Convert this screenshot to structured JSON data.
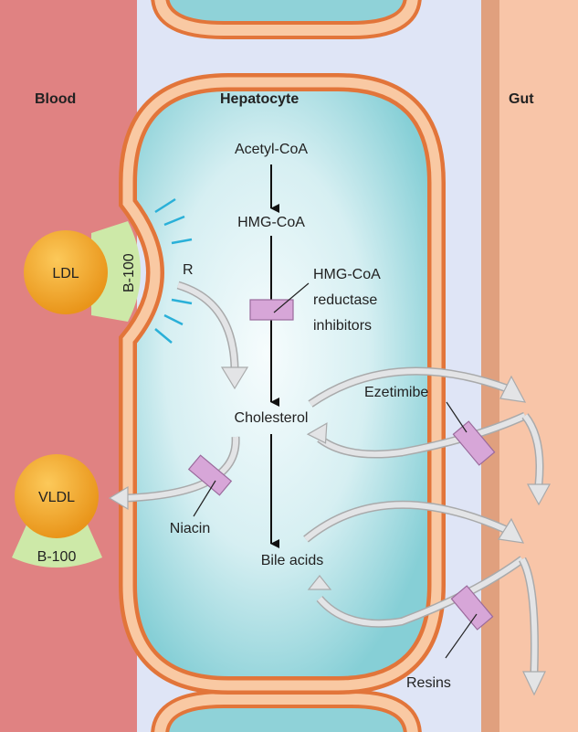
{
  "regions": {
    "blood": "Blood",
    "hepatocyte": "Hepatocyte",
    "gut": "Gut"
  },
  "pathway": {
    "acetyl_coa": "Acetyl-CoA",
    "hmg_coa": "HMG-CoA",
    "cholesterol": "Cholesterol",
    "bile_acids": "Bile acids"
  },
  "drugs": {
    "statin_line1": "HMG-CoA",
    "statin_line2": "reductase",
    "statin_line3": "inhibitors",
    "niacin": "Niacin",
    "ezetimibe": "Ezetimibe",
    "resins": "Resins"
  },
  "particles": {
    "ldl": "LDL",
    "ldl_apo": "B-100",
    "vldl": "VLDL",
    "vldl_apo": "B-100",
    "receptor": "R"
  },
  "colors": {
    "blood": "#e08282",
    "membrane_outline": "#e2753a",
    "membrane_fill": "#f9c9a3",
    "cell_center": "#f2fbfc",
    "cell_edge": "#8fd2d8",
    "canaliculus": "#dfe5f6",
    "gut_wall": "#e0a07e",
    "gut": "#f8c5a8",
    "drug_box": "#d7a6d8",
    "lipoprotein": "#f2a522",
    "apoprotein": "#cde9a8",
    "receptor_marks": "#2ab0d8"
  }
}
